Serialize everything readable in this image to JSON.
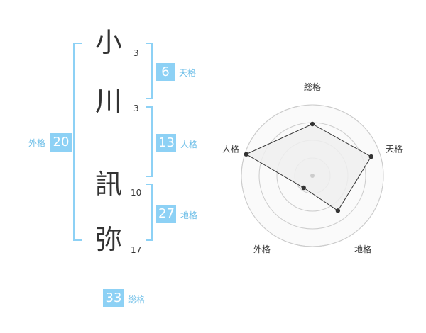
{
  "name": {
    "chars": [
      {
        "char": "小",
        "strokes": "3"
      },
      {
        "char": "川",
        "strokes": "3"
      },
      {
        "char": "訊",
        "strokes": "10"
      },
      {
        "char": "弥",
        "strokes": "17"
      }
    ]
  },
  "fortunes": {
    "tenkaku": {
      "value": "6",
      "label": "天格"
    },
    "jinkaku": {
      "value": "13",
      "label": "人格"
    },
    "chikaku": {
      "value": "27",
      "label": "地格"
    },
    "gaikaku": {
      "value": "20",
      "label": "外格"
    },
    "soukaku": {
      "value": "33",
      "label": "総格"
    }
  },
  "chart_data": {
    "type": "radar",
    "axes": [
      "総格",
      "天格",
      "地格",
      "外格",
      "人格"
    ],
    "values": [
      0.73,
      0.87,
      0.61,
      0.21,
      0.98
    ],
    "range": [
      0,
      1
    ],
    "rings": 4,
    "colors": {
      "fill": "#eeeeee",
      "line": "#333333",
      "ring": "#cccccc",
      "point": "#333333"
    }
  }
}
